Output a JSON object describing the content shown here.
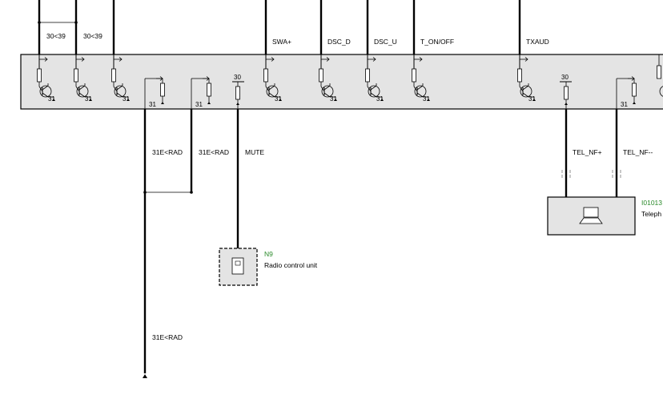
{
  "top_wires": [
    {
      "id": "w1",
      "label": "30<39"
    },
    {
      "id": "w2",
      "label": "30<39"
    },
    {
      "id": "w3",
      "label": ""
    },
    {
      "id": "w4",
      "label": "SWA+"
    },
    {
      "id": "w5",
      "label": "DSC_D"
    },
    {
      "id": "w6",
      "label": "DSC_U"
    },
    {
      "id": "w7",
      "label": "T_ON/OFF"
    },
    {
      "id": "w8",
      "label": "TXAUD"
    }
  ],
  "ground_label": "31",
  "supply_label": "30",
  "bottom_wires": {
    "rad1": "31E<RAD",
    "rad2": "31E<RAD",
    "mute": "MUTE",
    "tel_plus": "TEL_NF+",
    "tel_minus": "TEL_NF--",
    "rad_lower": "31E<RAD"
  },
  "components": {
    "radio": {
      "code": "N9",
      "name": "Radio control unit"
    },
    "phone": {
      "code": "I01013",
      "name": "Teleph"
    }
  },
  "colors": {
    "module_fill": "#e4e4e4",
    "code_green": "#2a8a2a"
  }
}
